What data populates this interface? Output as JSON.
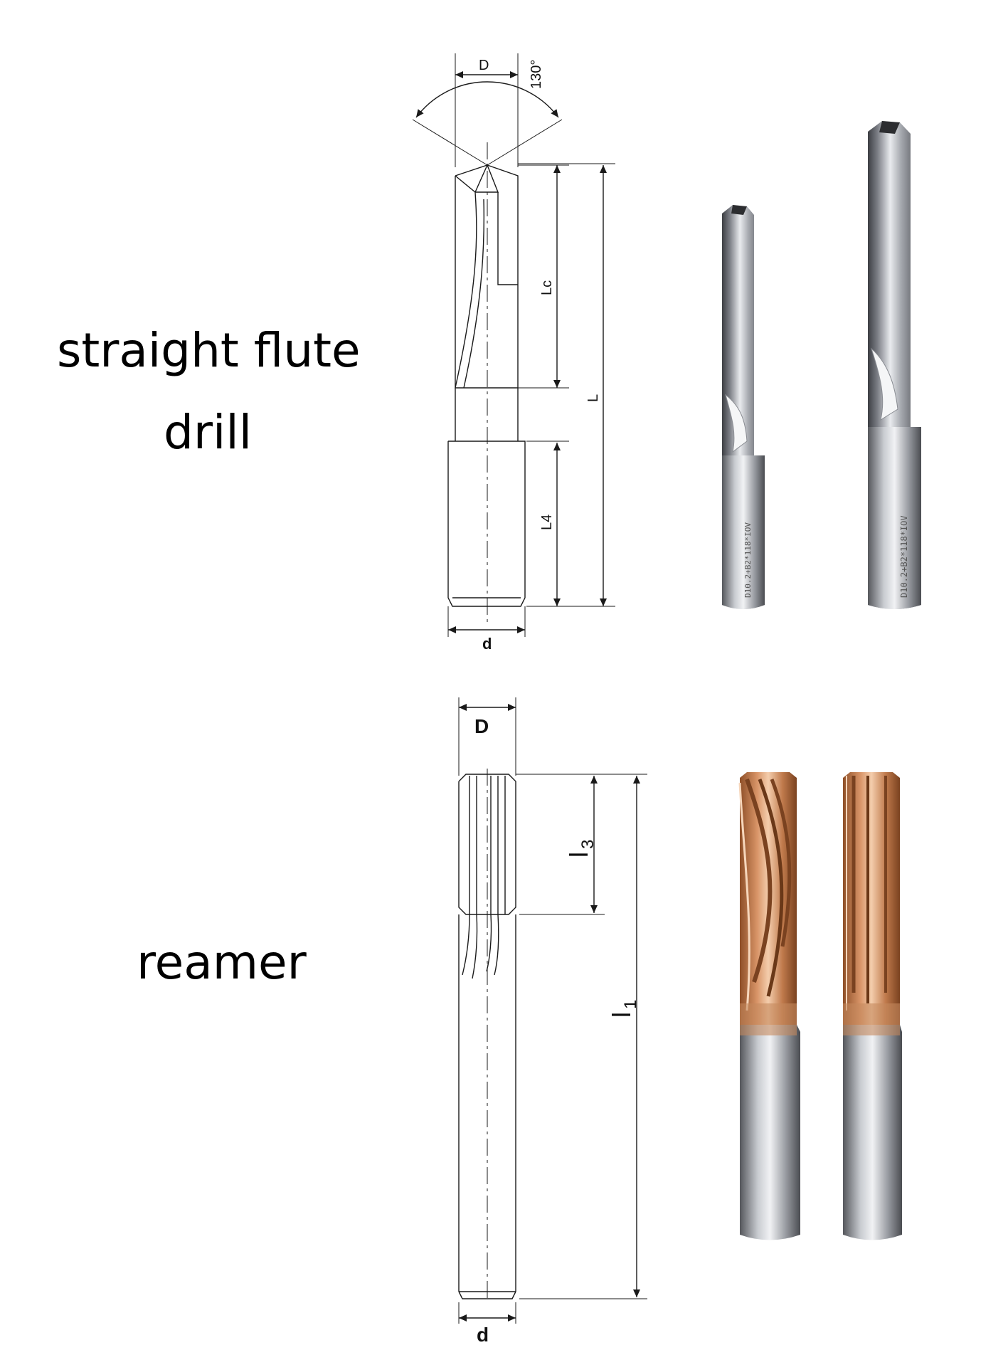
{
  "sections": [
    {
      "title_line1": "straight flute",
      "title_line2": "drill",
      "dims": {
        "D": "D",
        "angle": "130°",
        "Lc": "Lc",
        "L": "L",
        "L4": "L4",
        "d": "d"
      }
    },
    {
      "title_line1": "reamer",
      "dims": {
        "D": "D",
        "l3": "l",
        "l3_sub": "3",
        "l1": "l",
        "l1_sub": "1",
        "d": "d"
      }
    }
  ],
  "colors": {
    "line": "#1a1a1a",
    "steel_dark": "#4b4d52",
    "steel_light": "#e6e8ec",
    "copper_dark": "#9a5a30",
    "copper_light": "#f2c7a4"
  }
}
